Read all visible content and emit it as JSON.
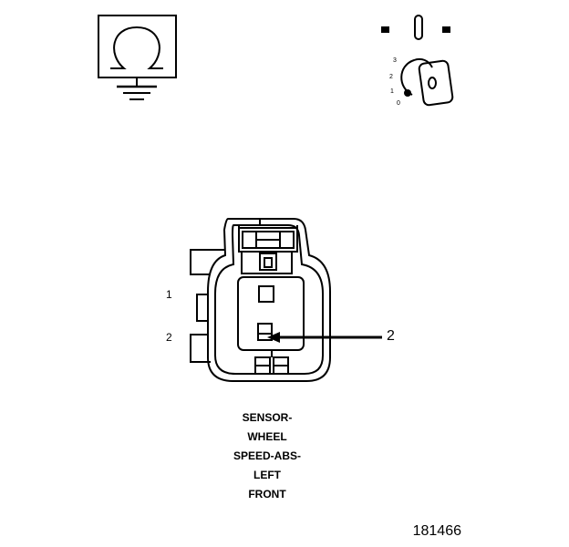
{
  "symbols": {
    "ground": "ground-symbol",
    "ignition": "ignition-key-symbol"
  },
  "ignition": {
    "positions": [
      "3",
      "2",
      "1",
      "0"
    ]
  },
  "connector": {
    "pin_labels": [
      "1",
      "2"
    ],
    "callout": "2"
  },
  "caption": {
    "lines": [
      "SENSOR-",
      "WHEEL",
      "SPEED-ABS-",
      "LEFT",
      "FRONT"
    ]
  },
  "figure_number": "181466"
}
